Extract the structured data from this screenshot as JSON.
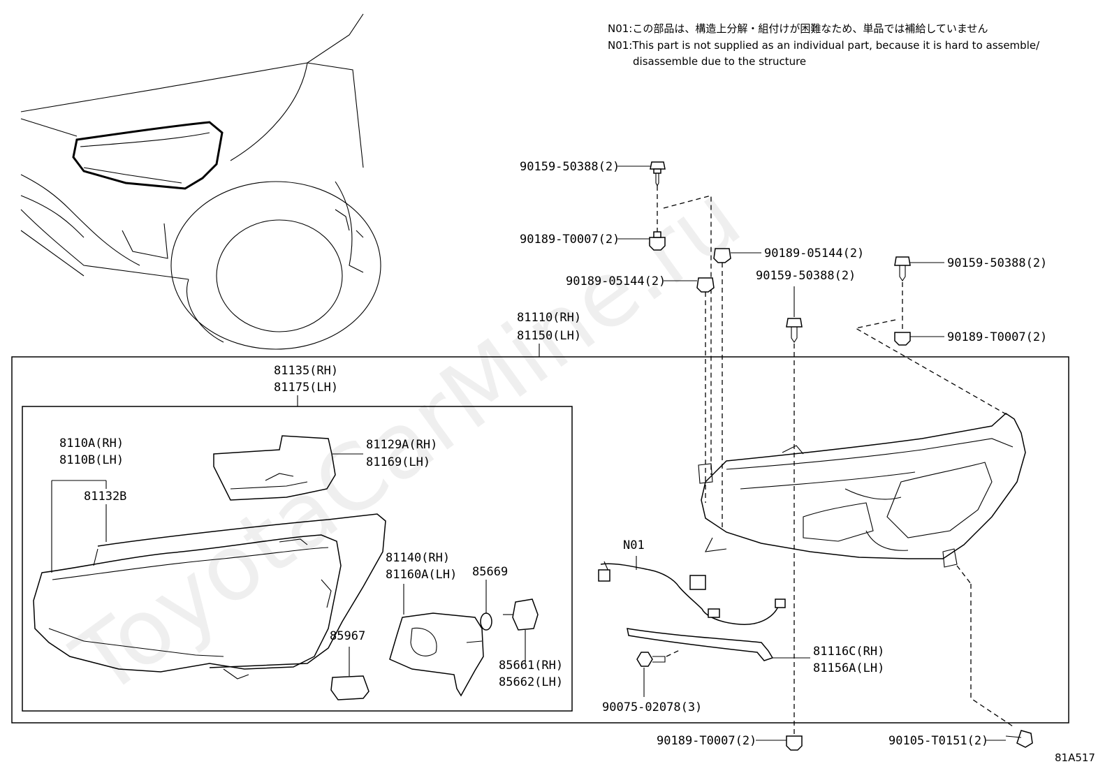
{
  "diagram_id": "81A517",
  "watermark": "ToyotaCarMine.ru",
  "notes": {
    "jp": "N01:この部品は、構造上分解・組付けが困難なため、単品では補給していません",
    "en_line1": "N01:This part is not supplied as an individual part, because it is hard to assemble/",
    "en_line2": "disassemble due to the structure"
  },
  "labels": {
    "bolt_top": "90159-50388(2)",
    "nut_top": "90189-T0007(2)",
    "clip_a": "90189-05144(2)",
    "clip_b": "90189-05144(2)",
    "bolt_mid": "90159-50388(2)",
    "bolt_right": "90159-50388(2)",
    "nut_right": "90189-T0007(2)",
    "assy_rh": "81110(RH)",
    "assy_lh": "81150(LH)",
    "unit_rh": "81135(RH)",
    "unit_lh": "81175(LH)",
    "lens_rh": "8110A(RH)",
    "lens_lh": "8110B(LH)",
    "gasket": "81132B",
    "ext_rh": "81129A(RH)",
    "ext_lh": "81169(LH)",
    "drl_rh": "81140(RH)",
    "drl_lh": "81160A(LH)",
    "oring": "85669",
    "module": "85967",
    "socket_rh": "85661(RH)",
    "socket_lh": "85662(LH)",
    "harness": "N01",
    "trim_rh": "81116C(RH)",
    "trim_lh": "81156A(LH)",
    "screw": "90075-02078(3)",
    "nut_bottom": "90189-T0007(2)",
    "bolt_bottom": "90105-T0151(2)"
  }
}
